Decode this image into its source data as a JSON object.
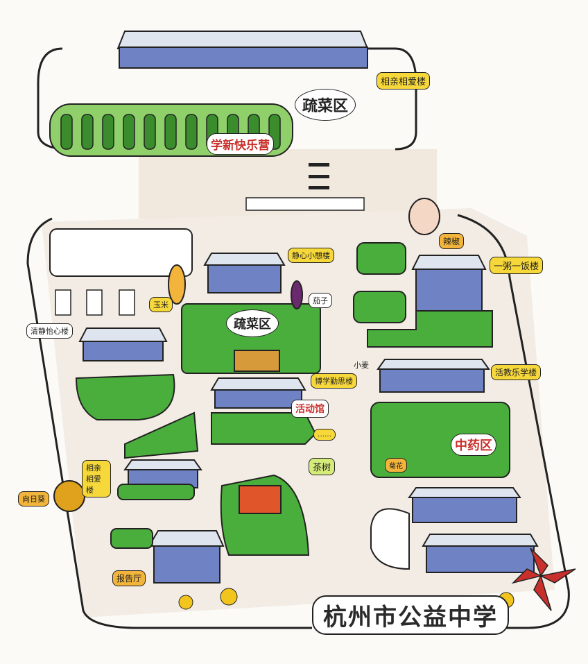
{
  "map": {
    "title": "杭州市公益中学",
    "labels": {
      "top_building": "相亲相爱楼",
      "top_veg_zone": "疏菜区",
      "happy_camp": "学新快乐营",
      "pepper": "辣椒",
      "quiet_building": "静心小憩楼",
      "corn": "玉米",
      "eggplant": "茄子",
      "center_veg_zone": "疏菜区",
      "one_meal_building": "一粥一饭楼",
      "wheat": "小麦",
      "qingxin_building": "清静怡心楼",
      "science_building": "博学勤思楼",
      "activity_hall": "活动馆",
      "dots_bubble": "……",
      "teaching_building": "活教乐学楼",
      "herb_zone": "中药区",
      "chrysanthemum": "菊花",
      "tea": "茶树",
      "love_building": "相亲相爱楼",
      "sunflower": "向日葵",
      "report_hall": "报告厅"
    },
    "colors": {
      "building": "#6f82c4",
      "garden": "#4aae3c",
      "garden_light": "#a8dc7c",
      "label": "#f7d83a",
      "accent": "#c9302c"
    }
  }
}
